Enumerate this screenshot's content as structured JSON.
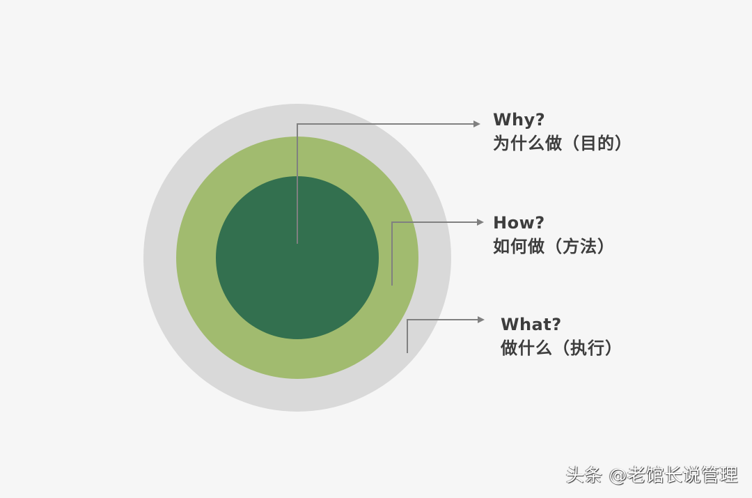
{
  "diagram": {
    "type": "golden-circle",
    "colors": {
      "background": "#f6f6f6",
      "outer_ring": "#d9d9d9",
      "middle_ring": "#a1bb6f",
      "inner_circle": "#33704f",
      "connector_line": "#808080",
      "label_text": "#3d3d3d"
    },
    "layers": [
      {
        "id": "why",
        "ring": "inner",
        "title": "Why?",
        "subtitle": "为什么做（目的）"
      },
      {
        "id": "how",
        "ring": "middle",
        "title": "How?",
        "subtitle": "如何做（方法）"
      },
      {
        "id": "what",
        "ring": "outer",
        "title": "What?",
        "subtitle": "做什么（执行）"
      }
    ]
  },
  "watermark": {
    "text": "头条 @老馆长说管理"
  }
}
